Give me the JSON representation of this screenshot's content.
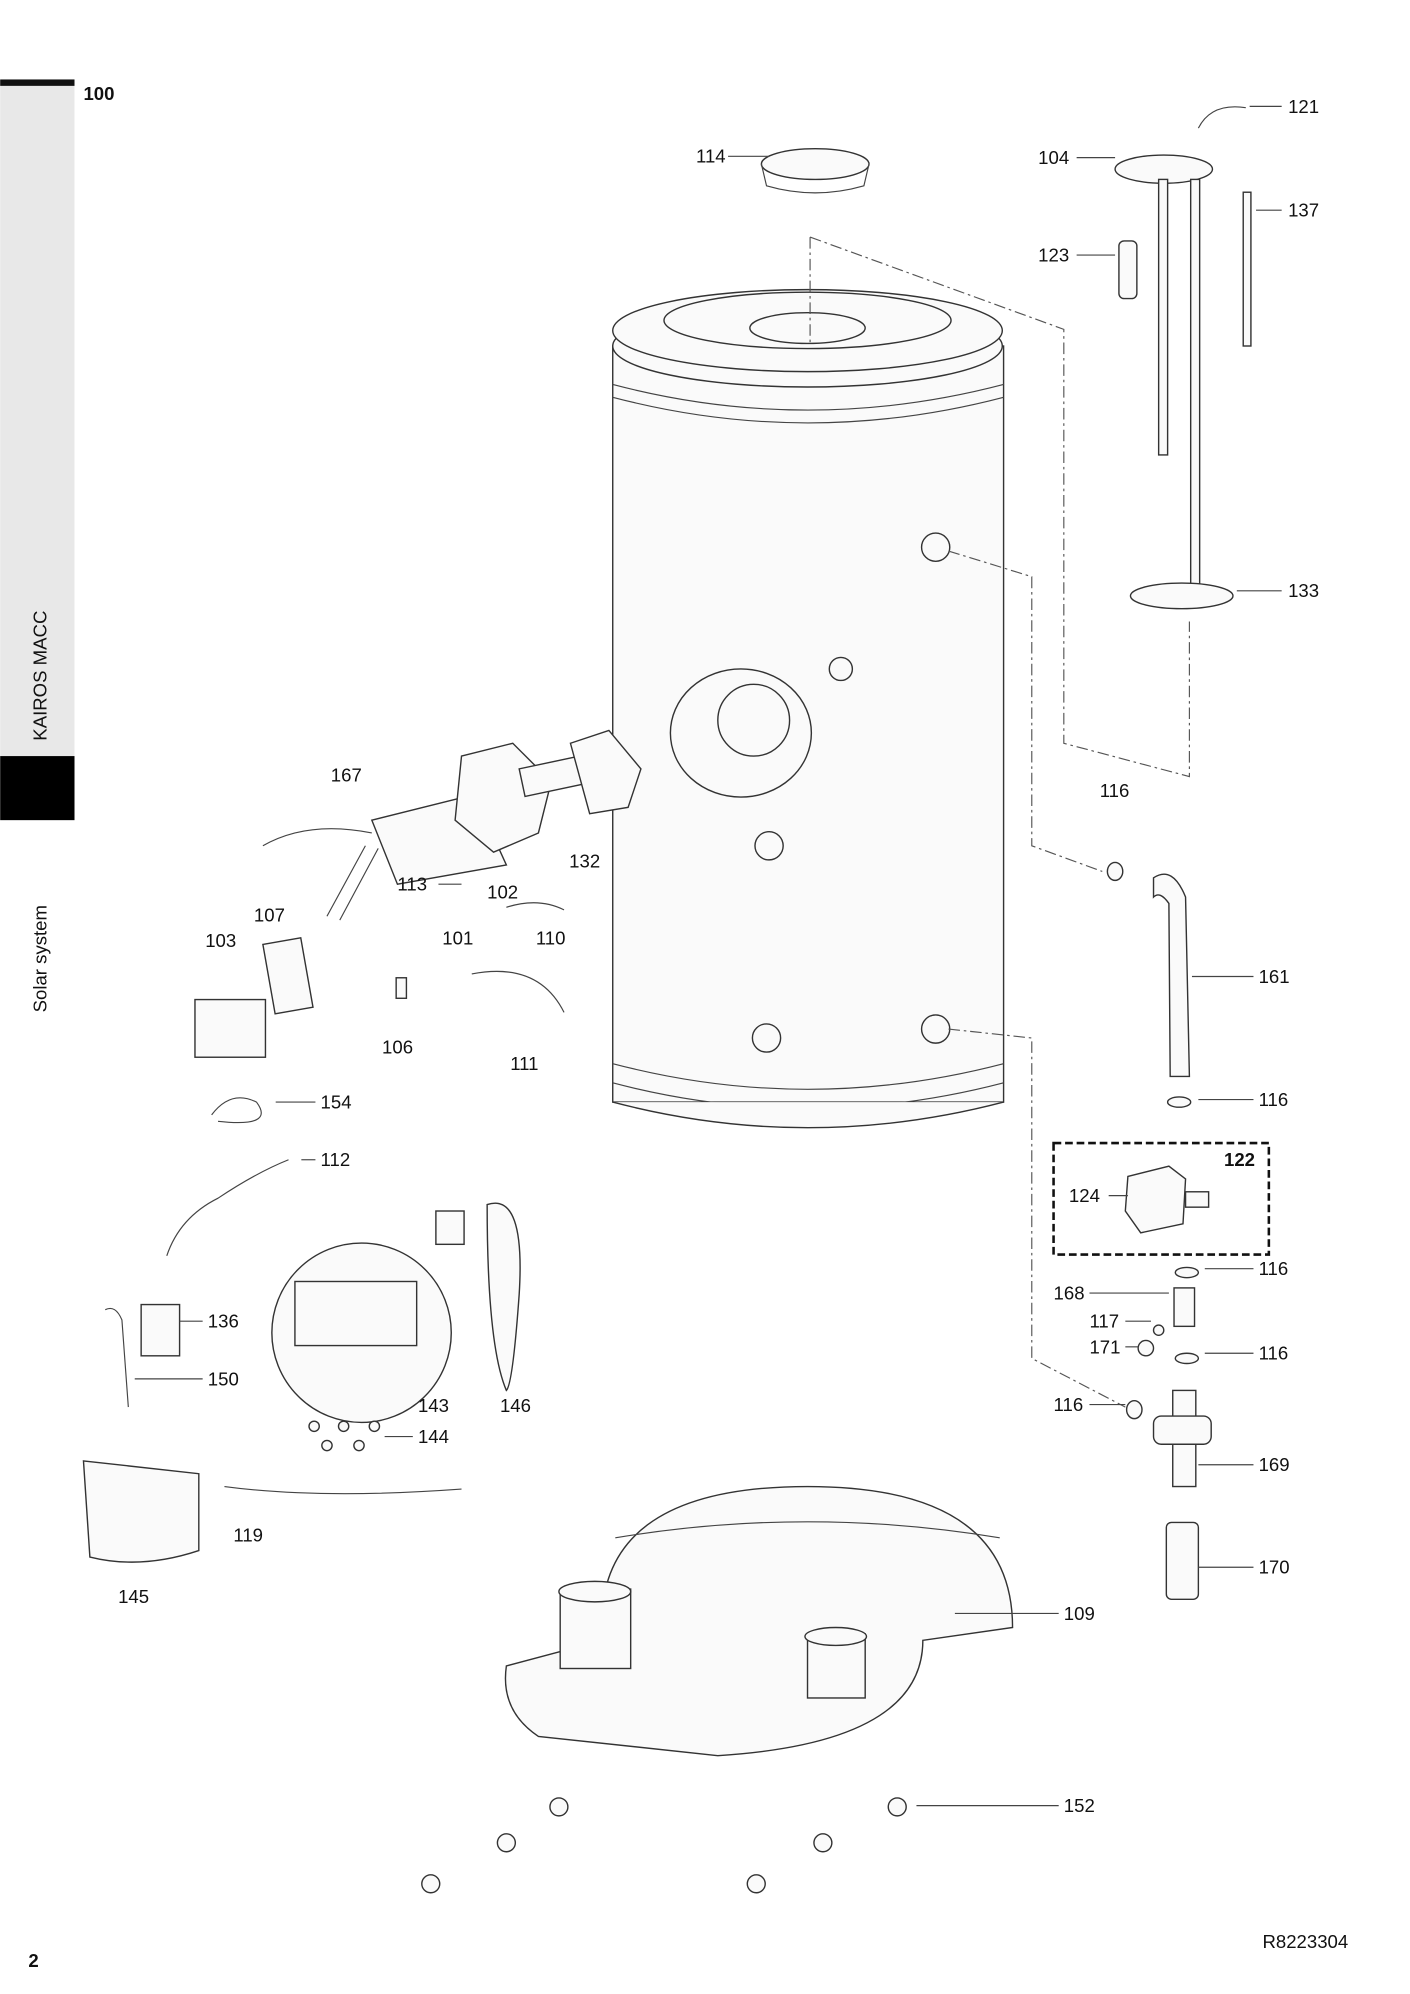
{
  "page": {
    "section_number": "100",
    "page_number": "2",
    "reference": "R8223304"
  },
  "sidebar": {
    "product": "KAIROS MACC",
    "category": "Solar system"
  },
  "labels": [
    "114",
    "104",
    "121",
    "137",
    "123",
    "133",
    "116",
    "161",
    "116",
    "122",
    "124",
    "116",
    "168",
    "117",
    "171",
    "116",
    "116",
    "169",
    "170",
    "109",
    "152",
    "167",
    "113",
    "102",
    "132",
    "101",
    "110",
    "107",
    "103",
    "106",
    "111",
    "154",
    "112",
    "136",
    "150",
    "143",
    "146",
    "144",
    "119",
    "145"
  ]
}
